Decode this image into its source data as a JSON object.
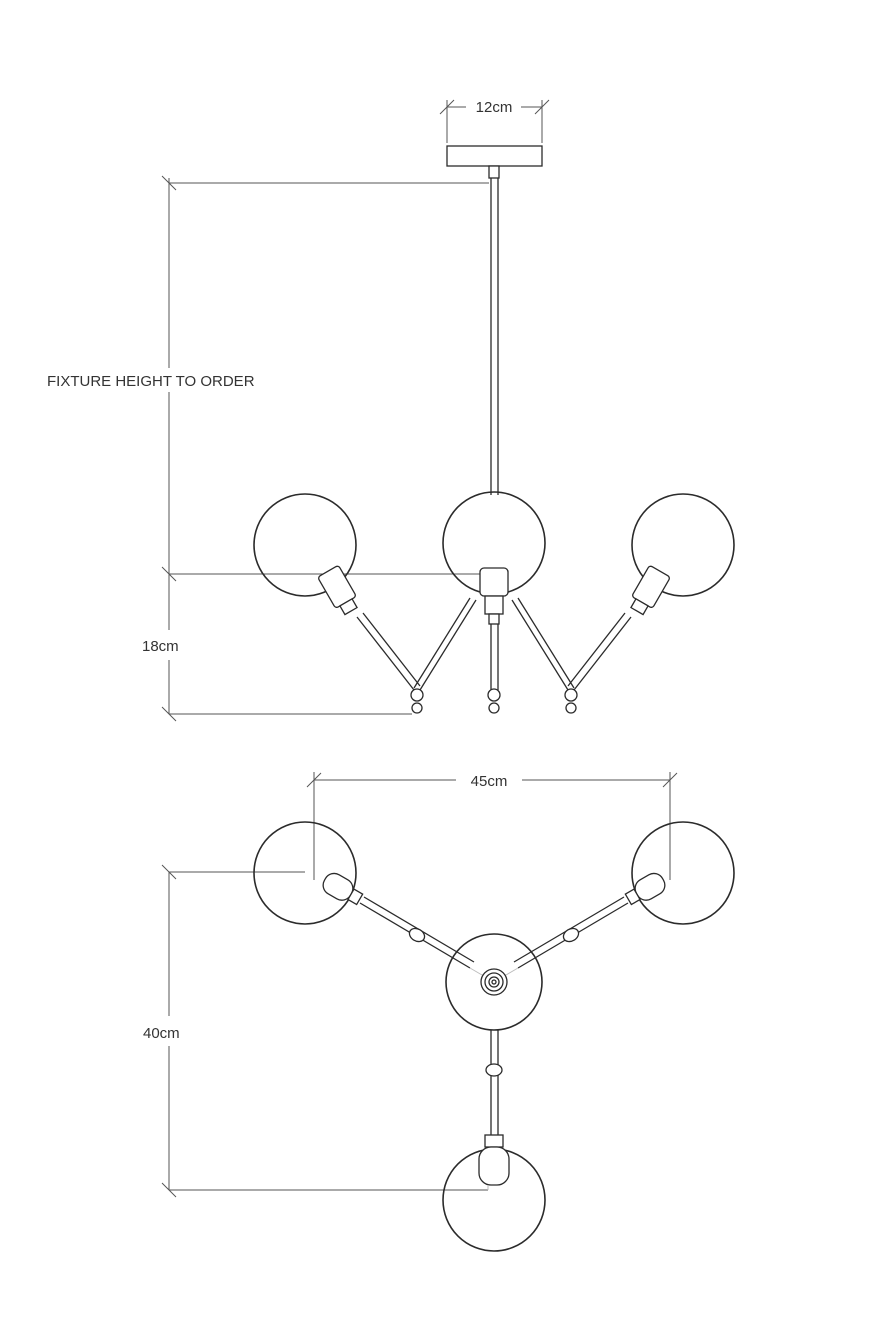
{
  "diagram": {
    "labels": {
      "canopy_width": "12cm",
      "fixture_height": "FIXTURE HEIGHT TO ORDER",
      "drop_height": "18cm",
      "span_width": "45cm",
      "depth": "40cm"
    },
    "colors": {
      "line": "#2b2b2b",
      "ghost": "#bdbdbd",
      "background": "#ffffff"
    }
  }
}
